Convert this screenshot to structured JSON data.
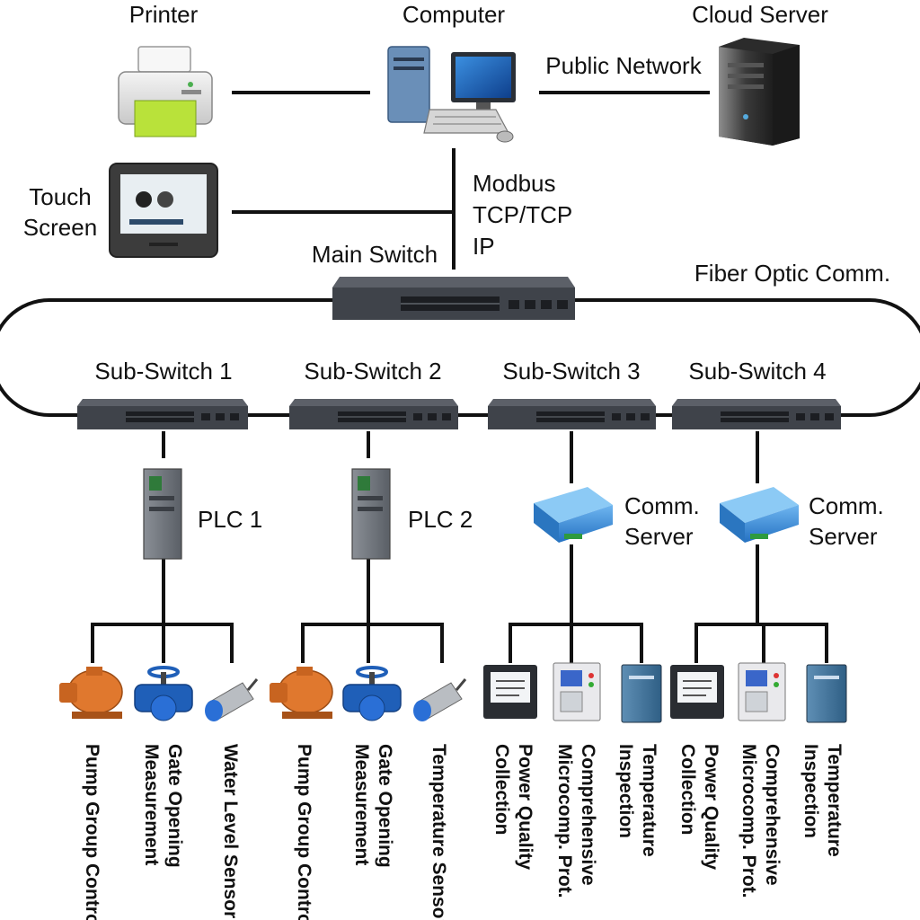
{
  "labels": {
    "printer": "Printer",
    "computer": "Computer",
    "cloud_server": "Cloud Server",
    "public_network": "Public Network",
    "touch_screen": [
      "Touch",
      "Screen"
    ],
    "modbus": [
      "Modbus",
      "TCP/TCP",
      "IP"
    ],
    "main_switch": "Main Switch",
    "fiber_optic": "Fiber Optic Comm.",
    "sub_switches": [
      "Sub-Switch 1",
      "Sub-Switch 2",
      "Sub-Switch 3",
      "Sub-Switch 4"
    ],
    "plc1": "PLC 1",
    "plc2": "PLC 2",
    "comm_server": [
      "Comm.",
      "Server"
    ],
    "comm_server_2": [
      "Comm.",
      "Server"
    ]
  },
  "devices": {
    "group1": [
      [
        "Pump Group Control"
      ],
      [
        "Gate Opening",
        "Measurement"
      ],
      [
        "Water Level Sensor"
      ]
    ],
    "group2": [
      [
        "Pump Group Control"
      ],
      [
        "Gate Opening",
        "Measurement"
      ],
      [
        "Temperature Sensor"
      ]
    ],
    "group3": [
      [
        "Power Quality",
        "Collection"
      ],
      [
        "Comprehensive",
        "Microcomp. Prot."
      ],
      [
        "Temperature",
        "Inspection"
      ]
    ],
    "group4": [
      [
        "Power Quality",
        "Collection"
      ],
      [
        "Comprehensive",
        "Microcomp. Prot."
      ],
      [
        "Temperature",
        "Inspection"
      ]
    ]
  },
  "colors": {
    "line": "#111111",
    "switch_body": "#4a4f57",
    "switch_front": "#353a41",
    "pump": "#e0782e",
    "valve": "#1f5fb8",
    "sensor": "#2a6fd6",
    "comm_server": "#3d8ed6",
    "plc": "#6b7078"
  },
  "icons": {
    "printer": "printer-icon",
    "computer": "computer-icon",
    "cloud_server": "server-tower-icon",
    "touch_screen": "touch-panel-icon",
    "switch": "network-switch-icon",
    "plc": "plc-module-icon",
    "comm_server": "comm-server-icon",
    "pump": "pump-icon",
    "valve": "gate-valve-icon",
    "sensor": "proximity-sensor-icon",
    "power_meter": "power-meter-icon",
    "protection_relay": "protection-relay-icon",
    "inspection_module": "inspection-module-icon"
  }
}
